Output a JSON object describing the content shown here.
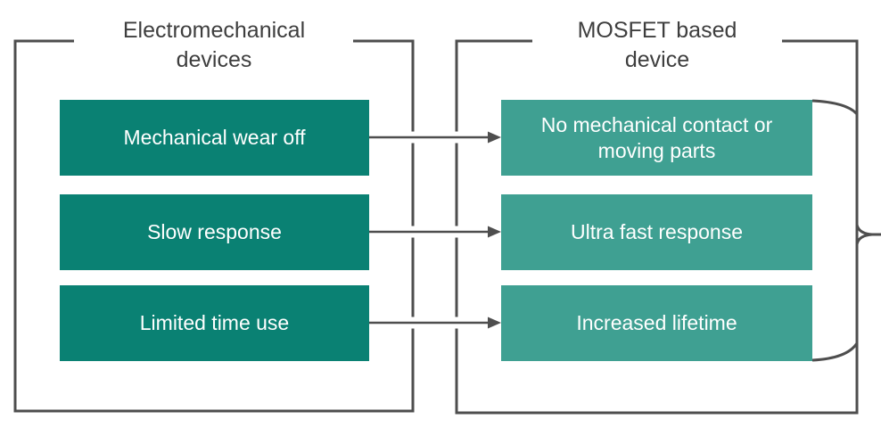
{
  "diagram": {
    "left_group": {
      "title": "Electromechanical devices",
      "items": [
        "Mechanical wear off",
        "Slow response",
        "Limited time use"
      ]
    },
    "right_group": {
      "title": "MOSFET based device",
      "items": [
        "No mechanical contact or moving parts",
        "Ultra fast response",
        "Increased lifetime"
      ]
    },
    "colors": {
      "left_box": "#0A8173",
      "right_box": "#3FA092",
      "line": "#4E4E4E",
      "title_text": "#3E3E3E",
      "box_text": "#FFFFFF"
    }
  }
}
